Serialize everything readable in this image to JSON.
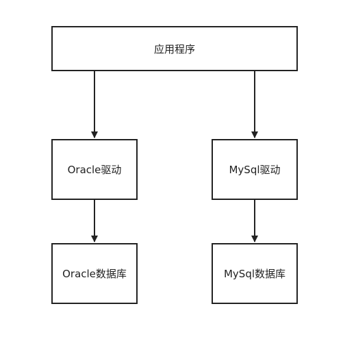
{
  "diagram": {
    "nodes": [
      {
        "id": "app",
        "label": "应用程序"
      },
      {
        "id": "oracle-driver",
        "label": "Oracle驱动"
      },
      {
        "id": "mysql-driver",
        "label": "MySql驱动"
      },
      {
        "id": "oracle-db",
        "label": "Oracle数据库"
      },
      {
        "id": "mysql-db",
        "label": "MySql数据库"
      }
    ],
    "edges": [
      {
        "from": "app",
        "to": "oracle-driver"
      },
      {
        "from": "app",
        "to": "mysql-driver"
      },
      {
        "from": "oracle-driver",
        "to": "oracle-db"
      },
      {
        "from": "mysql-driver",
        "to": "mysql-db"
      }
    ]
  },
  "colors": {
    "stroke": "#222222",
    "background": "#ffffff",
    "text": "#222222"
  }
}
